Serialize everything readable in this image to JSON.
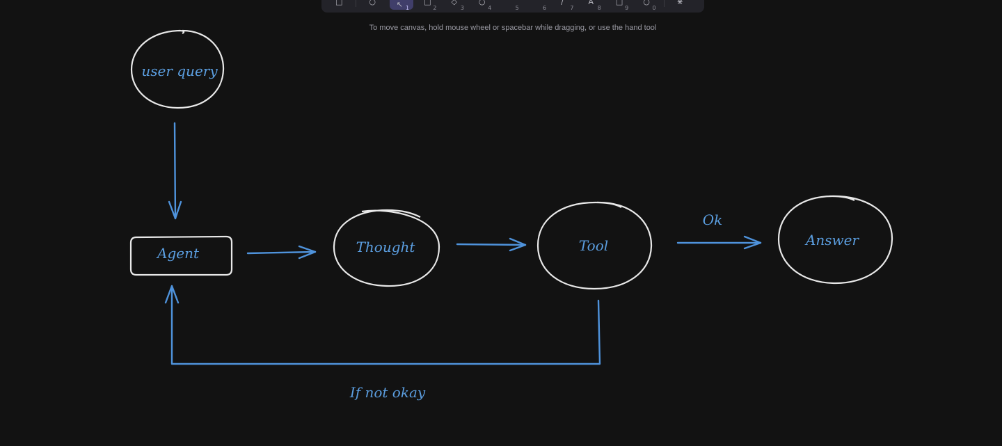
{
  "toolbar": {
    "tools": [
      {
        "name": "lock-tool",
        "icon": "lock-icon",
        "key": ""
      },
      {
        "name": "hand-tool",
        "icon": "hand-icon",
        "key": ""
      },
      {
        "name": "selection-tool",
        "icon": "pointer-icon",
        "key": "1",
        "active": true
      },
      {
        "name": "rectangle-tool",
        "icon": "rectangle-icon",
        "key": "2"
      },
      {
        "name": "diamond-tool",
        "icon": "diamond-icon",
        "key": "3"
      },
      {
        "name": "ellipse-tool",
        "icon": "ellipse-icon",
        "key": "4"
      },
      {
        "name": "arrow-tool",
        "icon": "arrow-icon",
        "key": "5"
      },
      {
        "name": "line-tool",
        "icon": "line-icon",
        "key": "6"
      },
      {
        "name": "draw-tool",
        "icon": "pencil-icon",
        "key": "7"
      },
      {
        "name": "text-tool",
        "icon": "text-icon",
        "key": "8"
      },
      {
        "name": "image-tool",
        "icon": "image-icon",
        "key": "9"
      },
      {
        "name": "eraser-tool",
        "icon": "eraser-icon",
        "key": "0"
      },
      {
        "name": "more-tools",
        "icon": "shapes-icon",
        "key": ""
      }
    ]
  },
  "hint": "To move canvas, hold mouse wheel or spacebar while dragging, or use the hand tool",
  "diagram": {
    "nodes": {
      "user_query": "user query",
      "agent": "Agent",
      "thought": "Thought",
      "tool": "Tool",
      "answer": "Answer"
    },
    "edge_labels": {
      "ok": "Ok",
      "if_not_okay": "If not okay"
    }
  },
  "colors": {
    "background": "#121212",
    "stroke": "#e8e8e8",
    "accent": "#4f93dc",
    "toolbar": "#232329",
    "active_tool": "#403e6a"
  }
}
